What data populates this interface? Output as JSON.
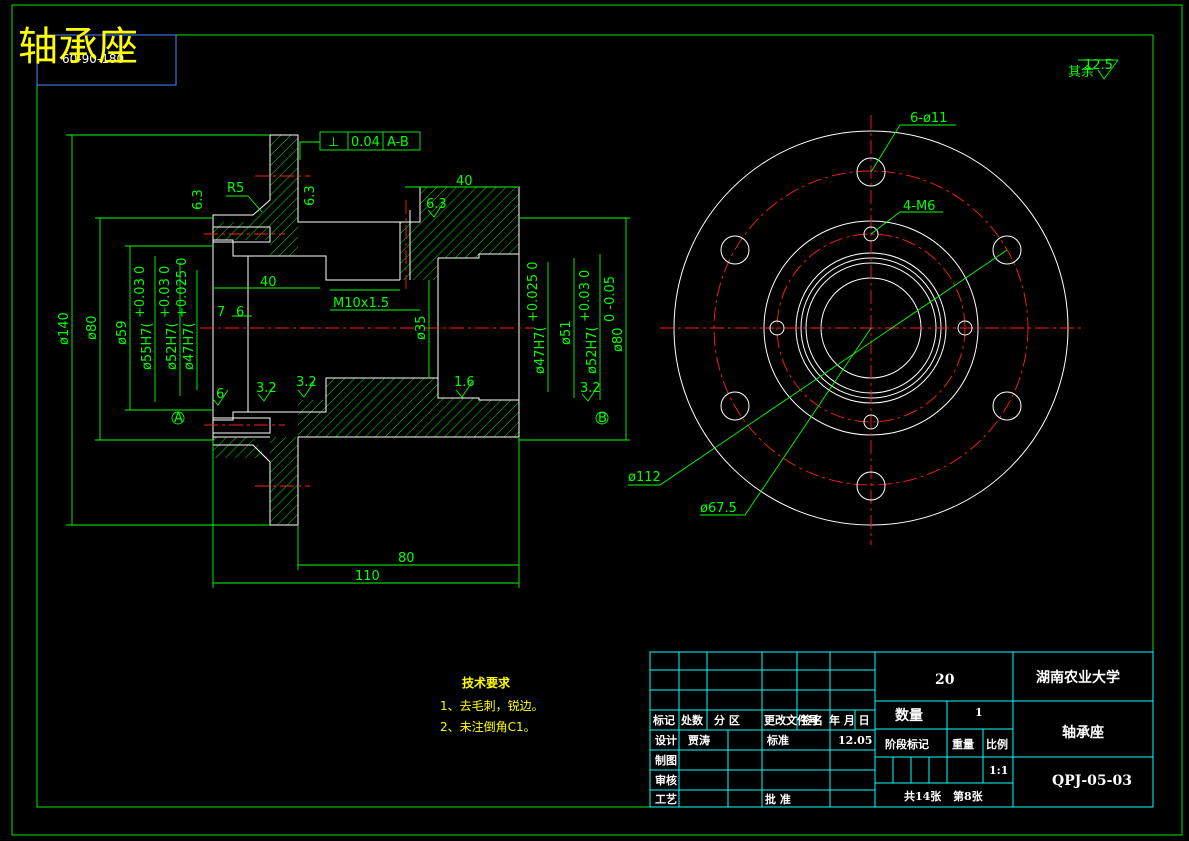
{
  "drawing": {
    "title_overlay": "轴承座",
    "title_box_text": "60-90-180",
    "roughness_note": "其余",
    "roughness_value": "12.5",
    "section_labels": {
      "a": "A",
      "b": "B"
    },
    "tolerance_frame": {
      "symbol": "⊥",
      "value": "0.04",
      "datum": "A-B"
    },
    "dimensions": {
      "r5": "R5",
      "d40_top": "40",
      "d40_inner": "40",
      "d7": "7",
      "d6": "6",
      "thread": "M10x1.5",
      "phi35": "ø35",
      "phi140": "ø140",
      "phi80_left": "ø80",
      "phi59": "ø59",
      "phi55": "ø55H7(",
      "phi55_tol": "+0.03 0",
      "phi52": "ø52H7(",
      "phi52_tol": "+0.03 0",
      "phi47": "ø47H7(",
      "phi47_tol": "+0.025 0",
      "phi47_right": "ø47H7(",
      "phi47_right_tol": "+0.025 0",
      "phi51": "ø51",
      "phi52_right": "ø52H7(",
      "phi52_right_tol": "+0.03 0",
      "phi80_right": "ø80",
      "phi80_right_tol": "0 -0.05",
      "d80": "80",
      "d110": "110",
      "holes6": "6-ø11",
      "holes4": "4-M6",
      "phi112": "ø112",
      "phi67": "ø67.5"
    },
    "roughness_marks": {
      "r63_a": "6.3",
      "r63_b": "6.3",
      "r63_c": "6.3",
      "r6": "6",
      "r32_a": "3.2",
      "r32_b": "3.2",
      "r16": "1.6",
      "r32_c": "3.2"
    }
  },
  "tech_notes": {
    "heading": "技术要求",
    "items": [
      "1、去毛刺，锐边。",
      "2、未注倒角C1。"
    ]
  },
  "title_block": {
    "quantity_top": "20",
    "school": "湖南农业大学",
    "part_name": "轴承座",
    "drawing_no": "QPJ-05-03",
    "qty_label": "数量",
    "qty_value": "1",
    "stage_label": "阶段标记",
    "weight_label": "重量",
    "scale_label": "比例",
    "scale_value": "1:1",
    "sheets": "共14张",
    "sheet_no": "第8张",
    "header_cols": [
      "标记",
      "处数",
      "分 区",
      "更改文件号",
      "签名",
      "年 月 日"
    ],
    "design_label": "设计",
    "designer": "贾涛",
    "standard_label": "标准",
    "date": "12.05",
    "draw_label": "制图",
    "review_label": "审核",
    "process_label": "工艺",
    "approve_label": "批 准"
  }
}
